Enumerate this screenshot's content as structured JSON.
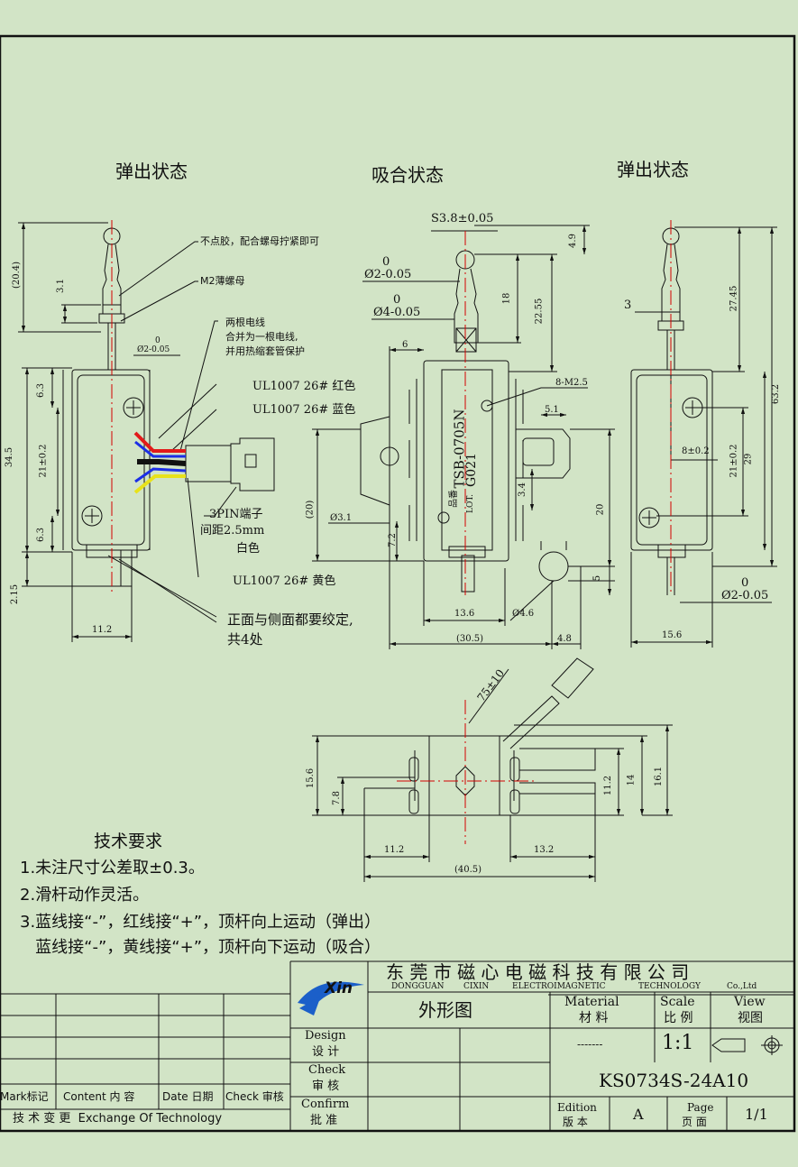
{
  "views": {
    "left_title": "弹出状态",
    "middle_title": "吸合状态",
    "right_title": "弹出状态"
  },
  "left_view": {
    "dims": {
      "d20_4": "(20.4)",
      "d3_1": "3.1",
      "d0_02": "0",
      "d02_005": "Ø2-0.05",
      "d6_3a": "6.3",
      "d34_5": "34.5",
      "d21": "21±0.2",
      "d6_3b": "6.3",
      "d2_15": "2.15",
      "d11_2": "11.2"
    },
    "notes": {
      "nut_note": "不点胶，配合螺母拧紧即可",
      "nut": "M2薄螺母",
      "wire_note": [
        "两根电线",
        "合并为一根电线,",
        "并用热缩套管保护"
      ],
      "wire_red": "UL1007 26# 红色",
      "wire_blue": "UL1007 26# 蓝色",
      "terminal": [
        "3PIN端子",
        "间距2.5mm",
        "白色"
      ],
      "wire_yellow": "UL1007 26# 黄色",
      "twist": [
        "正面与侧面都要绞定,",
        "共4处"
      ]
    }
  },
  "middle_view": {
    "dims": {
      "s3_8": "S3.8±0.05",
      "d0a": "0",
      "d02": "Ø2-0.05",
      "d0b": "0",
      "d04": "Ø4-0.05",
      "d18": "18",
      "d22_55": "22.55",
      "d4_9": "4.9",
      "d6": "6",
      "m2_5": "8-M2.5",
      "d5_1": "5.1",
      "d3_4": "3.4",
      "d20": "(20)",
      "d3_1": "Ø3.1",
      "d7_2": "7.2",
      "d20b": "20",
      "d5": "5",
      "d13_6": "13.6",
      "d4_6": "Ø4.6",
      "d30_5": "(30.5)",
      "d4_8": "4.8"
    },
    "label": {
      "model": "TSB-0705N",
      "lot": "G021",
      "pin": "品番",
      "lot_label": "LOT."
    }
  },
  "right_view": {
    "dims": {
      "d27_45": "27.45",
      "d63_2": "63.2",
      "d3": "3",
      "d8": "8±0.2",
      "d21": "21±0.2",
      "d29": "29",
      "d0": "0",
      "d02": "Ø2-0.05",
      "d15_6": "15.6"
    }
  },
  "bottom_view": {
    "dims": {
      "d75": "75±10",
      "d15_6": "15.6",
      "d7_8": "7.8",
      "d11_2v": "11.2",
      "d14": "14",
      "d16_1": "16.1",
      "d11_2": "11.2",
      "d13_2": "13.2",
      "d40_5": "(40.5)"
    }
  },
  "requirements": {
    "title": "技术要求",
    "items": [
      "1.未注尺寸公差取±0.3。",
      "2.滑杆动作灵活。",
      "3.蓝线接“-”，红线接“+”，顶杆向上运动（弹出）",
      "   蓝线接“-”，黄线接“+”，顶杆向下运动（吸合）"
    ]
  },
  "title_block": {
    "logo": "Xin",
    "company_cn": "东 莞 市 磁 心 电 磁 科 技 有 限 公 司",
    "company_en": [
      "DONGGUAN",
      "CIXIN",
      "ELECTROIMAGNETIC",
      "TECHNOLOGY",
      "Co.,Ltd"
    ],
    "drawing_name": "外形图",
    "material_en": "Material",
    "material_cn": "材 料",
    "scale_en": "Scale",
    "scale_cn": "比 例",
    "view_en": "View",
    "view_cn": "视图",
    "material_value": "-------",
    "scale_value": "1:1",
    "design_en": "Design",
    "design_cn": "设 计",
    "check_en": "Check",
    "check_cn": "审 核",
    "confirm_en": "Confirm",
    "confirm_cn": "批 准",
    "part_number": "KS0734S-24A10",
    "edition_en": "Edition",
    "edition_cn": "版 本",
    "edition_value": "A",
    "page_en": "Page",
    "page_cn": "页 面",
    "page_value": "1/1",
    "rev_mark": "Mark标记",
    "rev_content": "Content 内 容",
    "rev_date": "Date 日期",
    "rev_check": "Check 审核",
    "rev_footer": "技 术 变 更  Exchange Of Technology"
  }
}
